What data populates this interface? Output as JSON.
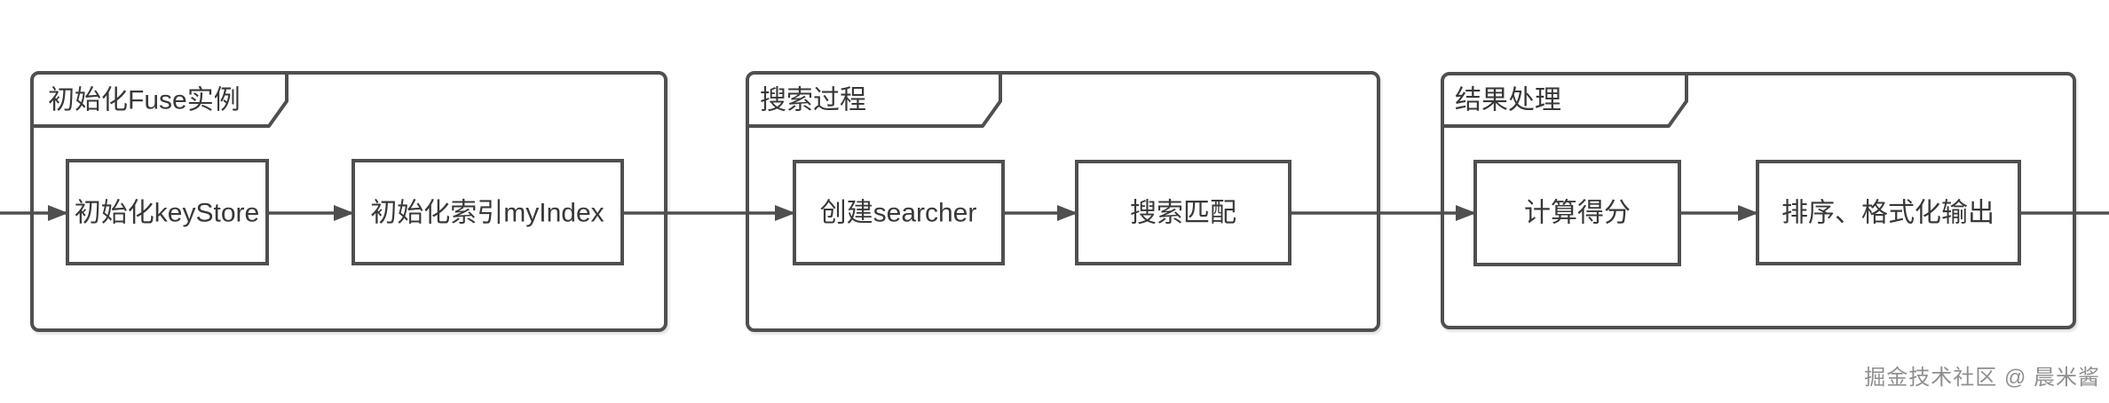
{
  "diagram": {
    "colors": {
      "background": "#ffffff",
      "stroke": "#4f4f4f",
      "text": "#383838",
      "watermark": "#8f8f8f"
    },
    "groups": [
      {
        "label": "初始化Fuse实例",
        "nodes": [
          {
            "label": "初始化keyStore"
          },
          {
            "label": "初始化索引myIndex"
          }
        ]
      },
      {
        "label": "搜索过程",
        "nodes": [
          {
            "label": "创建searcher"
          },
          {
            "label": "搜索匹配"
          }
        ]
      },
      {
        "label": "结果处理",
        "nodes": [
          {
            "label": "计算得分"
          },
          {
            "label": "排序、格式化输出"
          }
        ]
      }
    ]
  },
  "watermark": {
    "text": "掘金技术社区 @ 晨米酱"
  }
}
